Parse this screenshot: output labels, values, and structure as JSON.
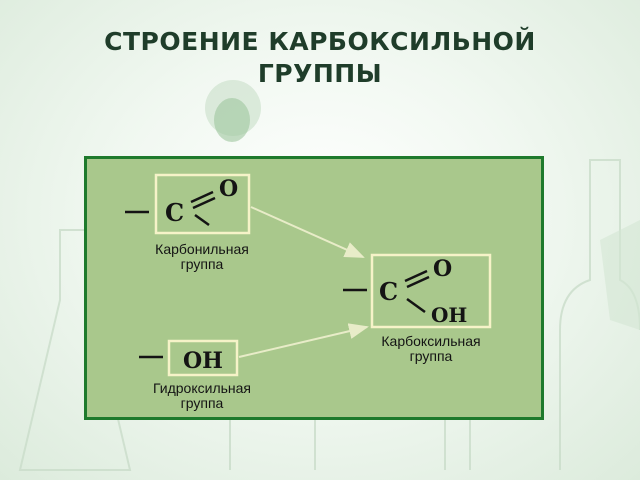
{
  "title": {
    "line1": "СТРОЕНИЕ КАРБОКСИЛЬНОЙ",
    "line2": "ГРУППЫ"
  },
  "diagram": {
    "carbonyl": {
      "atom_c": "C",
      "atom_o": "O",
      "caption_line1": "Карбонильная",
      "caption_line2": "группа"
    },
    "hydroxyl": {
      "group": "OH",
      "caption_line1": "Гидроксильная",
      "caption_line2": "группа"
    },
    "carboxyl": {
      "atom_c": "C",
      "atom_o": "O",
      "group_oh": "OH",
      "caption_line1": "Карбоксильная",
      "caption_line2": "группа"
    }
  },
  "colors": {
    "panel_fill": "#a9c88c",
    "panel_border": "#1e7a2c",
    "title_text": "#1f3d2a",
    "box_border": "#f6f3c8",
    "arrow": "#e8ecc8"
  }
}
